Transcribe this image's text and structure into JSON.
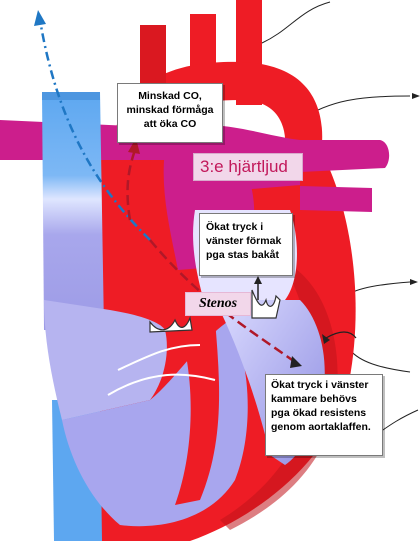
{
  "labels": {
    "reduced_co": [
      "Minskad CO,",
      "minskad förmåga",
      "att öka CO"
    ],
    "third_sound": "3:e hjärtljud",
    "atrium_pressure": [
      "Ökat tryck i",
      "vänster förmak",
      "pga stas bakåt"
    ],
    "stenos": "Stenos",
    "ventricle_pressure": [
      "Ökat tryck i vänster",
      "kammare behövs",
      "pga ökad resistens",
      "genom aortaklaffen."
    ]
  },
  "colors": {
    "aorta_red": "#ee1c25",
    "dark_red": "#c1141b",
    "vena_cava_blue": "#5da7f0",
    "pulmonary_magenta": "#cc1e8c",
    "chamber_lavender": "#b6b4f0",
    "flow_arrow_blue": "#1f77c4",
    "flow_arrow_darkred": "#b01828"
  }
}
